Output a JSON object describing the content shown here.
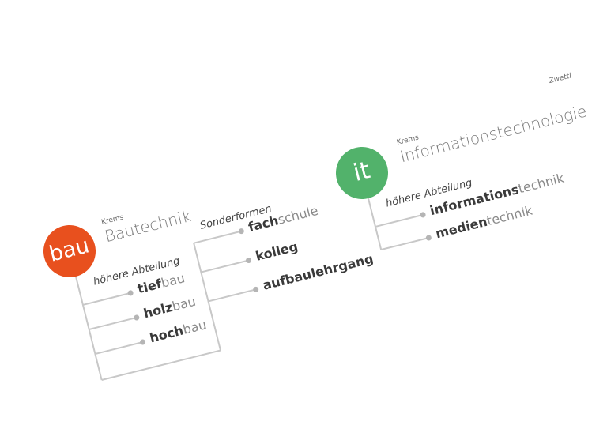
{
  "bau": {
    "logo": "bau",
    "location": "Krems",
    "title": "Bautechnik",
    "heading": "höhere Abteilung",
    "items": [
      {
        "bold": "tief",
        "light": "bau"
      },
      {
        "bold": "holz",
        "light": "bau"
      },
      {
        "bold": "hoch",
        "light": "bau"
      }
    ],
    "special_heading": "Sonderformen",
    "special_items": [
      {
        "bold": "fach",
        "light": "schule"
      },
      {
        "bold": "kolleg",
        "light": ""
      },
      {
        "bold": "aufbaulehrgang",
        "light": ""
      }
    ]
  },
  "it": {
    "logo": "it",
    "location_left": "Krems",
    "location_right": "Zwettl",
    "title": "Informationstechnologie",
    "heading": "höhere Abteilung",
    "items": [
      {
        "bold": "informations",
        "light": "technik"
      },
      {
        "bold": "medien",
        "light": "technik"
      }
    ]
  },
  "colors": {
    "bau": "#e8501e",
    "it": "#52b26b",
    "lines": "#c8c8c8",
    "dots": "#b5b5b5"
  }
}
